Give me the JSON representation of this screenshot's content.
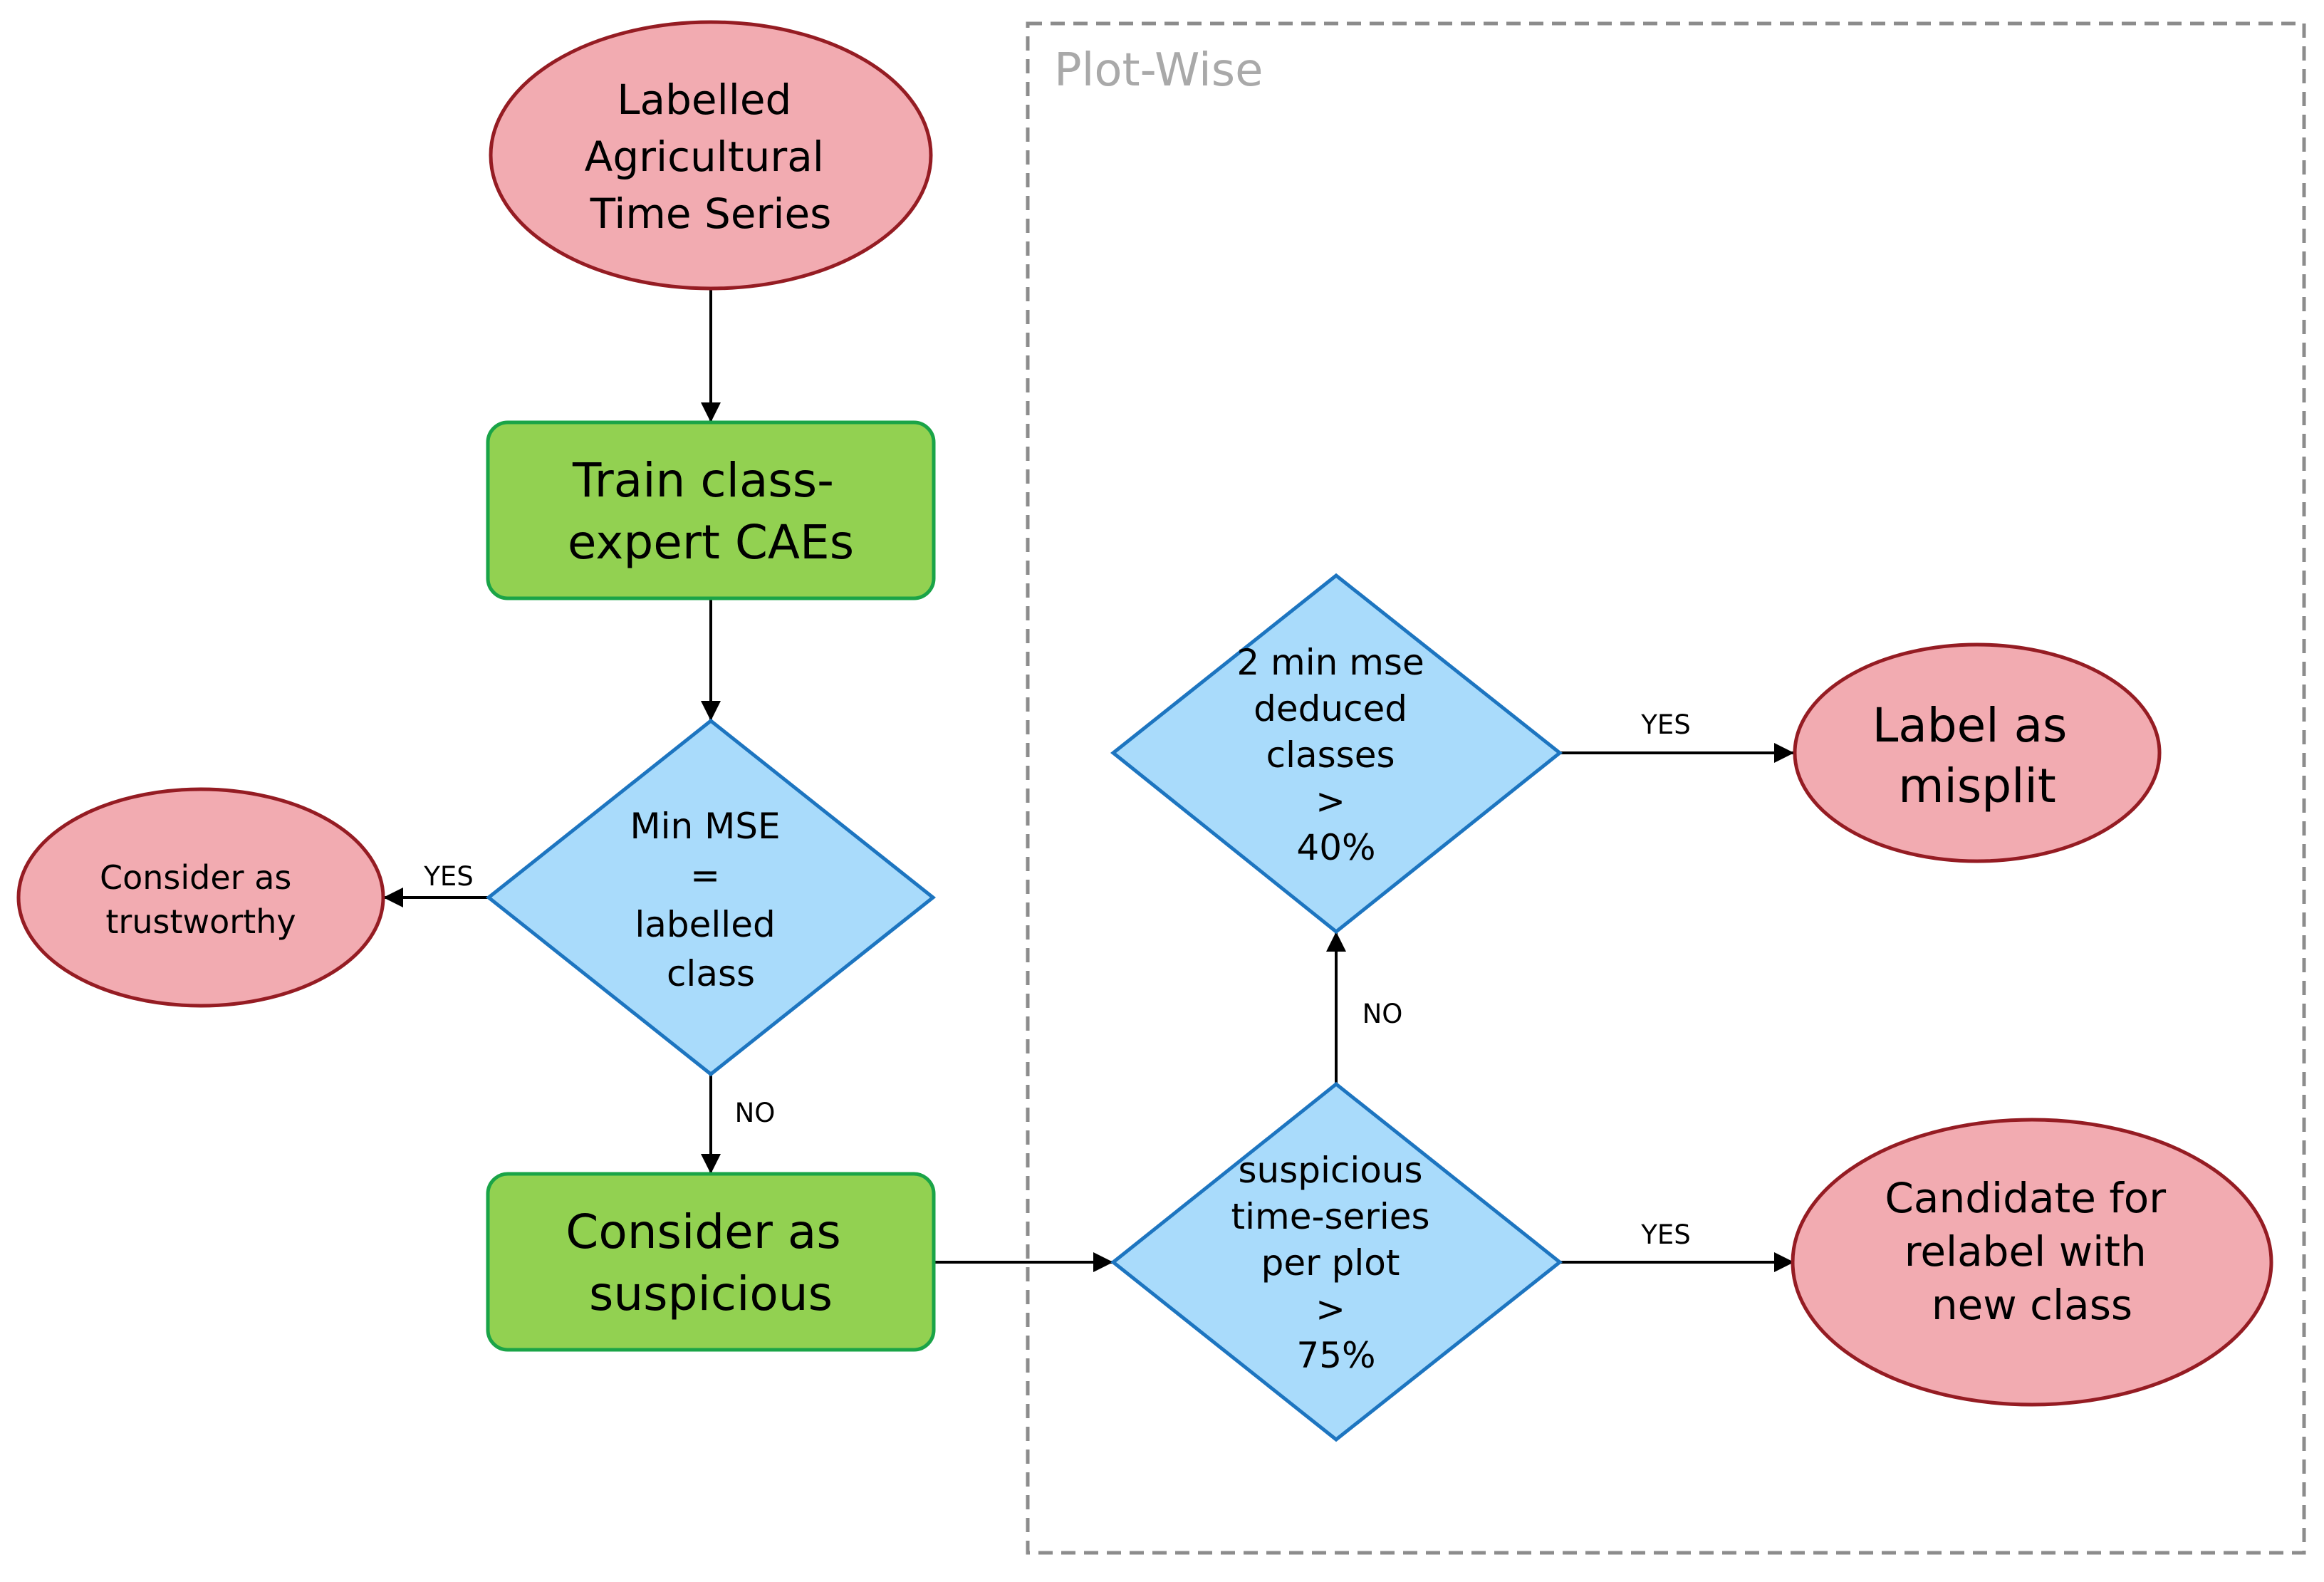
{
  "group": {
    "label": "Plot-Wise"
  },
  "nodes": {
    "input": {
      "lines": [
        "Labelled",
        "Agricultural",
        "Time Series"
      ]
    },
    "train": {
      "lines": [
        "Train class-",
        "expert CAEs"
      ]
    },
    "decision_mse": {
      "lines": [
        "Min MSE",
        "=",
        "labelled",
        "class"
      ]
    },
    "trustworthy": {
      "lines": [
        "Consider as",
        "trustworthy"
      ]
    },
    "suspicious": {
      "lines": [
        "Consider as",
        "suspicious"
      ]
    },
    "decision_plot": {
      "lines": [
        "suspicious",
        "time-series",
        "per plot",
        ">",
        "75%"
      ]
    },
    "decision_classes": {
      "lines": [
        "2 min mse",
        "deduced",
        "classes",
        ">",
        "40%"
      ]
    },
    "misplit": {
      "lines": [
        "Label as",
        "misplit"
      ]
    },
    "relabel": {
      "lines": [
        "Candidate for",
        "relabel with",
        "new class"
      ]
    }
  },
  "edges": {
    "mse_yes": "YES",
    "mse_no": "NO",
    "plot_no": "NO",
    "classes_yes": "YES",
    "plot_yes": "YES"
  },
  "colors": {
    "terminal_fill": "#f2abb1",
    "terminal_stroke": "#951c23",
    "process_fill": "#92d151",
    "process_stroke": "#1aa447",
    "decision_fill": "#a9dbfb",
    "decision_stroke": "#1d75c0",
    "group_label": "#a9a9a9",
    "group_border": "#8c8c8c"
  }
}
